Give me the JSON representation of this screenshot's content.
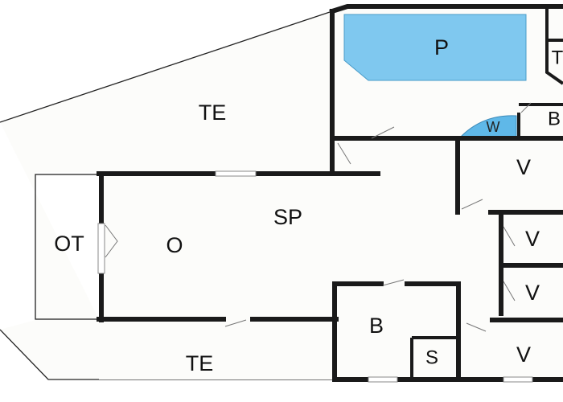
{
  "diagram_kind": "floor plan",
  "colors": {
    "background": "#ffffff",
    "floor": "#fcfcfa",
    "wall": "#1a1a1a",
    "pool": "#7fc8ef",
    "whirlpool": "#5fb8e8",
    "door_swing": "#777777"
  },
  "rooms": {
    "terrace_top": "TE",
    "pool": "P",
    "toilet": "T",
    "whirlpool": "W",
    "bath_top": "B",
    "bedroom_1": "V",
    "living": "SP",
    "outdoor": "OT",
    "open_room": "O",
    "bedroom_2": "V",
    "bedroom_3": "V",
    "bath_bottom": "B",
    "sauna": "S",
    "bedroom_4": "V",
    "terrace_bottom": "TE"
  }
}
